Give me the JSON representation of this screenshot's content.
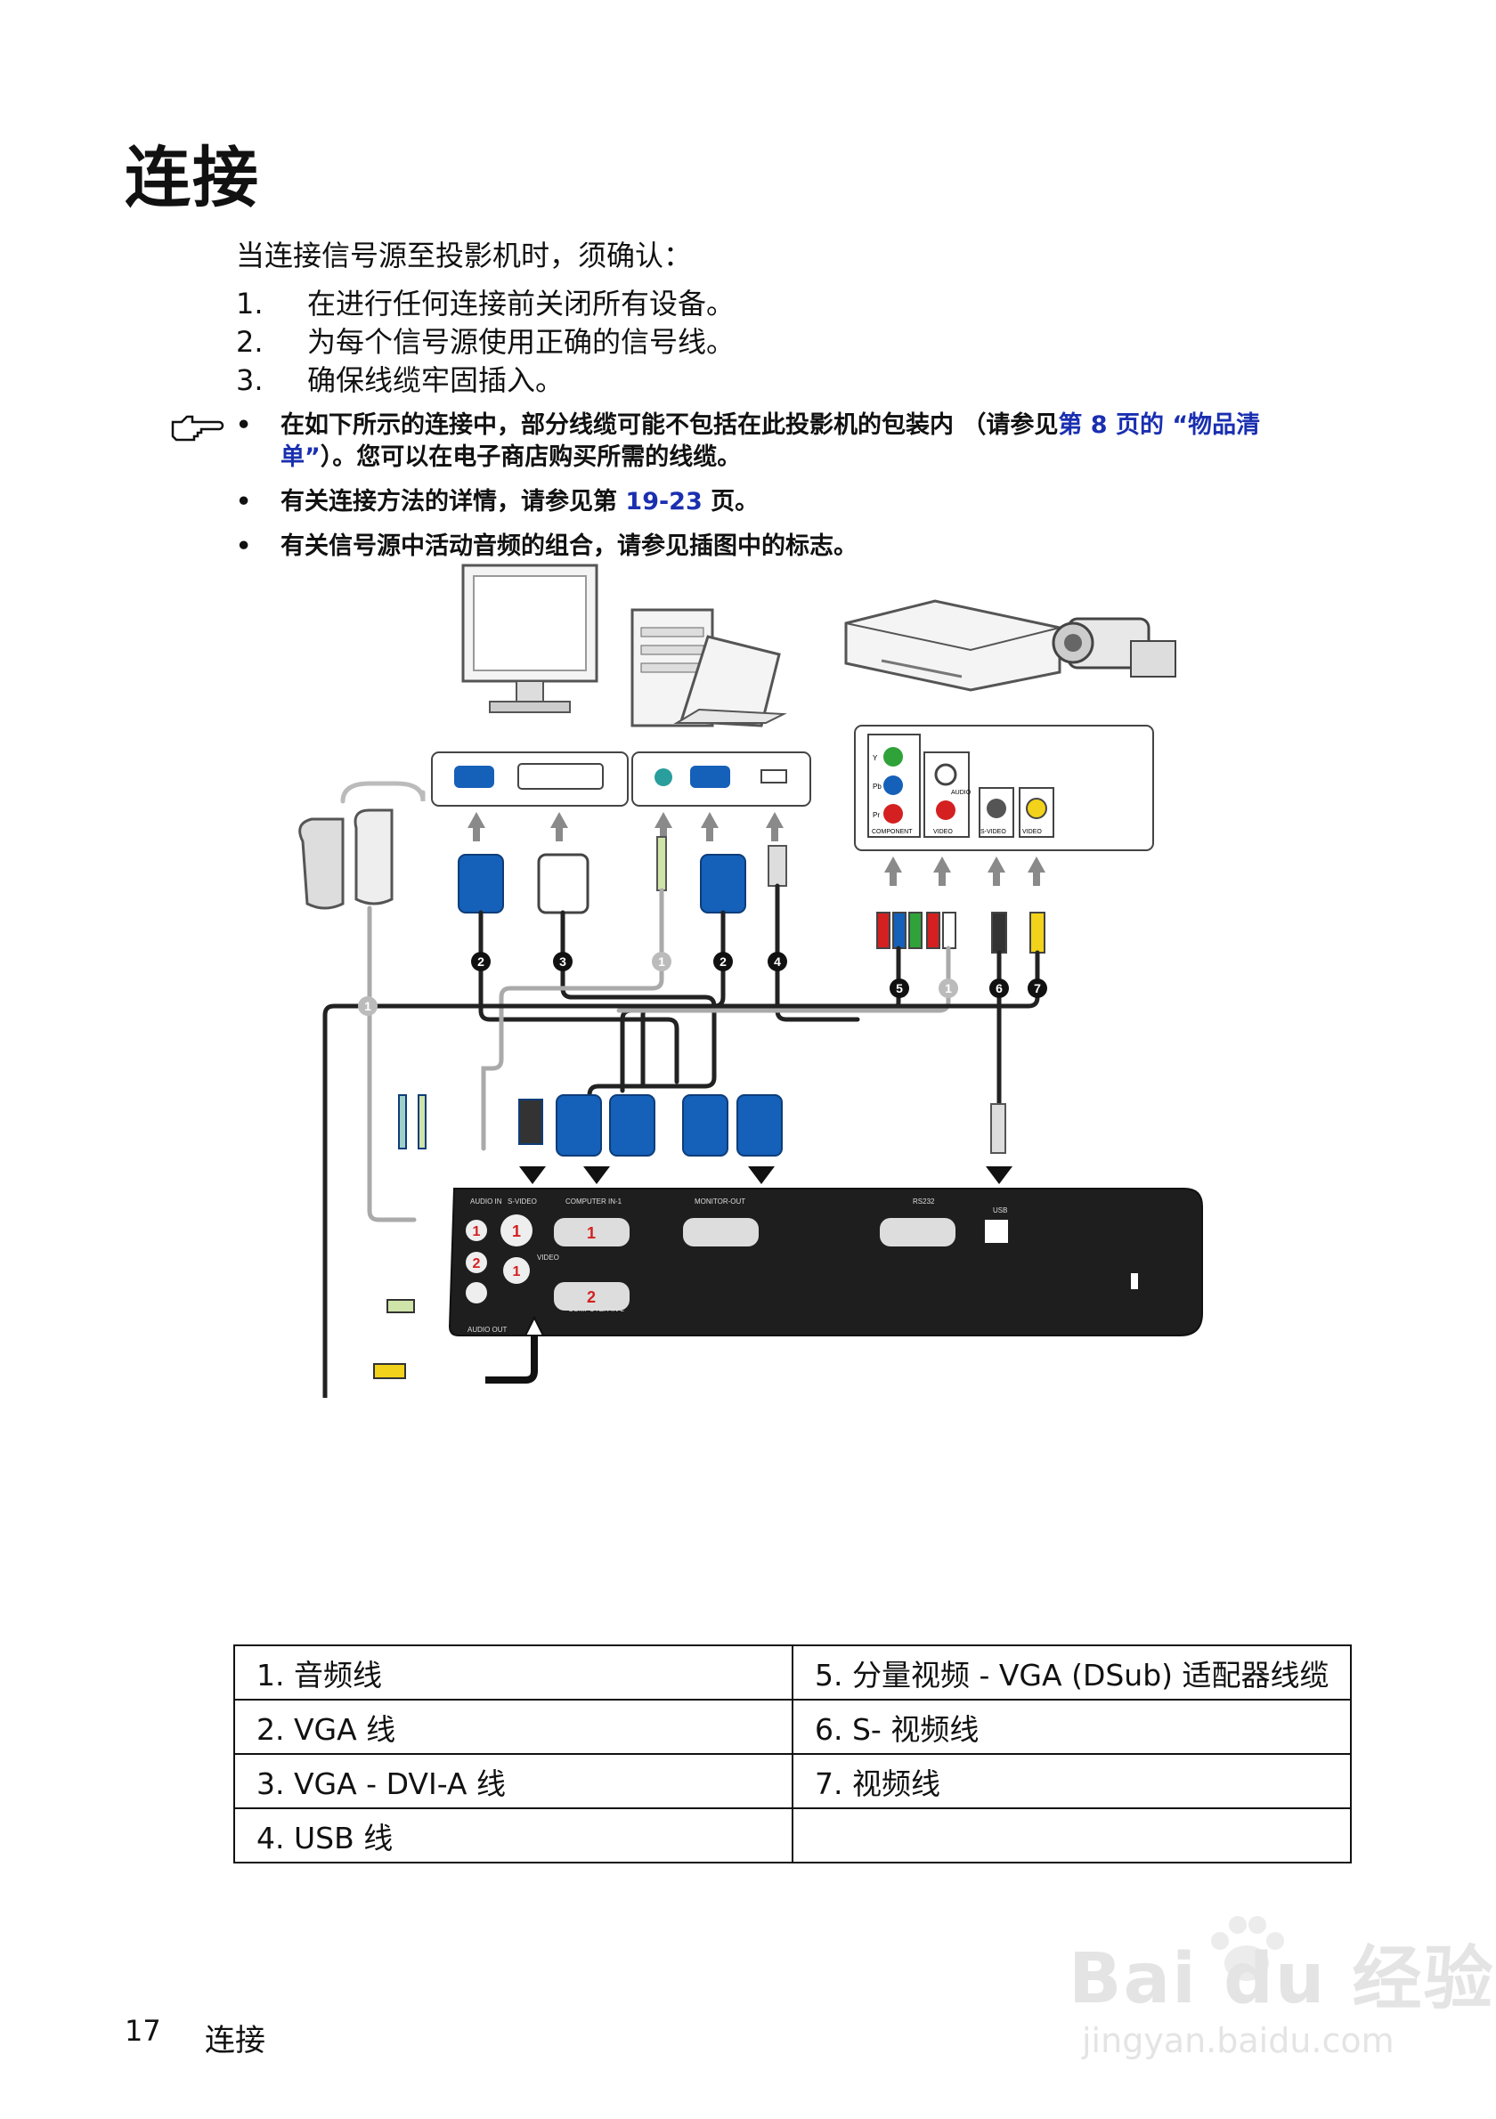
{
  "page_title": "连接",
  "intro": "当连接信号源至投影机时，须确认：",
  "steps": [
    {
      "num": "1.",
      "text": "在进行任何连接前关闭所有设备。"
    },
    {
      "num": "2.",
      "text": "为每个信号源使用正确的信号线。"
    },
    {
      "num": "3.",
      "text": "确保线缆牢固插入。"
    }
  ],
  "notes": {
    "bullet": "•",
    "n1_a": "在如下所示的连接中，部分线缆可能不包括在此投影机的包装内 （请参见",
    "n1_link": "第 8 页的 “物品清单”",
    "n1_b": "）。您可以在电子商店购买所需的线缆。",
    "n2_a": "有关连接方法的详情，请参见第 ",
    "n2_link": "19-23",
    "n2_b": " 页。",
    "n3": "有关信号源中活动音频的组合，请参见插图中的标志。"
  },
  "diagram_labels": {
    "audio_in": "AUDIO IN",
    "s_video": "S-VIDEO",
    "computer_in_1": "COMPUTER IN-1",
    "monitor_out": "MONITOR-OUT",
    "rs232": "RS232",
    "usb": "USB",
    "video": "VIDEO",
    "computer_in_2": "COMPUTER IN-2",
    "audio_out": "AUDIO OUT",
    "component": "COMPONENT",
    "audio": "AUDIO",
    "y": "Y",
    "pb": "Pb",
    "pr": "Pr",
    "port_one": "1",
    "port_two": "2",
    "cable_1": "1",
    "cable_2": "2",
    "cable_3": "3",
    "cable_4": "4",
    "cable_5": "5",
    "cable_6": "6",
    "cable_7": "7"
  },
  "legend": [
    [
      "1. 音频线",
      "5. 分量视频 - VGA (DSub) 适配器线缆"
    ],
    [
      "2. VGA 线",
      "6. S- 视频线"
    ],
    [
      "3. VGA - DVI-A 线",
      "7. 视频线"
    ],
    [
      "4. USB 线",
      ""
    ]
  ],
  "footer": {
    "page_number": "17",
    "section": "连接"
  },
  "watermark": {
    "brand": "Bai du 经验",
    "url": "jingyan.baidu.com"
  },
  "colors": {
    "link": "#1a2fb0",
    "vga_blue": "#1560b8",
    "red": "#d42020",
    "green": "#2fa23a",
    "yellow": "#f2d21a"
  }
}
